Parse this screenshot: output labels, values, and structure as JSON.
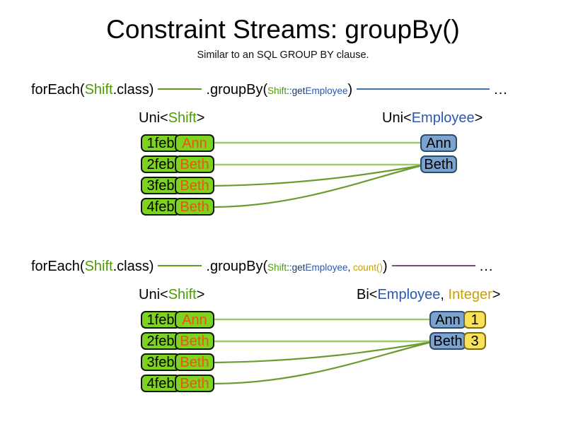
{
  "header": {
    "title": "Constraint Streams: groupBy()",
    "subtitle": "Similar to an SQL GROUP BY clause."
  },
  "colors": {
    "shift_green": "#4E9A06",
    "employee_blue": "#2A58B0",
    "integer_gold": "#C8A005",
    "name_orange": "#E8560F",
    "node_green_fill": "#7ED321",
    "node_blue_fill": "#7BA3D0",
    "node_yellow_fill": "#F7E259",
    "link_green": "#7CB342",
    "rule_green": "#5F9A23",
    "rule_blue": "#4471B8",
    "rule_purple": "#7B4B7E"
  },
  "sections": [
    {
      "id": "groupby-uni",
      "code": {
        "for_each_prefix": "forEach(",
        "for_each_type": "Shift",
        "for_each_suffix": ".class)",
        "group_by_prefix": ".groupBy(",
        "arg_class": "Shift",
        "arg_separator": "::get",
        "arg_property": "Employee",
        "group_by_suffix": ")",
        "ellipsis": "..."
      },
      "left_label": {
        "prefix": "Uni<",
        "type": "Shift",
        "suffix": ">"
      },
      "right_label": {
        "prefix": "Uni<",
        "type": "Employee",
        "suffix": ">"
      },
      "shifts": [
        {
          "date": "1feb",
          "employee": "Ann"
        },
        {
          "date": "2feb",
          "employee": "Beth"
        },
        {
          "date": "3feb",
          "employee": "Beth"
        },
        {
          "date": "4feb",
          "employee": "Beth"
        }
      ],
      "groups": [
        {
          "employee": "Ann",
          "count": null
        },
        {
          "employee": "Beth",
          "count": null
        }
      ]
    },
    {
      "id": "groupby-bi-count",
      "code": {
        "for_each_prefix": "forEach(",
        "for_each_type": "Shift",
        "for_each_suffix": ".class)",
        "group_by_prefix": ".groupBy(",
        "arg_class": "Shift",
        "arg_separator": "::get",
        "arg_property": "Employee",
        "arg_comma": ", ",
        "arg_collector": "count()",
        "group_by_suffix": ")",
        "ellipsis": "..."
      },
      "left_label": {
        "prefix": "Uni<",
        "type": "Shift",
        "suffix": ">"
      },
      "right_label": {
        "prefix": "Bi<",
        "type": "Employee",
        "comma": ", ",
        "type2": "Integer",
        "suffix": ">"
      },
      "shifts": [
        {
          "date": "1feb",
          "employee": "Ann"
        },
        {
          "date": "2feb",
          "employee": "Beth"
        },
        {
          "date": "3feb",
          "employee": "Beth"
        },
        {
          "date": "4feb",
          "employee": "Beth"
        }
      ],
      "groups": [
        {
          "employee": "Ann",
          "count": "1"
        },
        {
          "employee": "Beth",
          "count": "3"
        }
      ]
    }
  ]
}
